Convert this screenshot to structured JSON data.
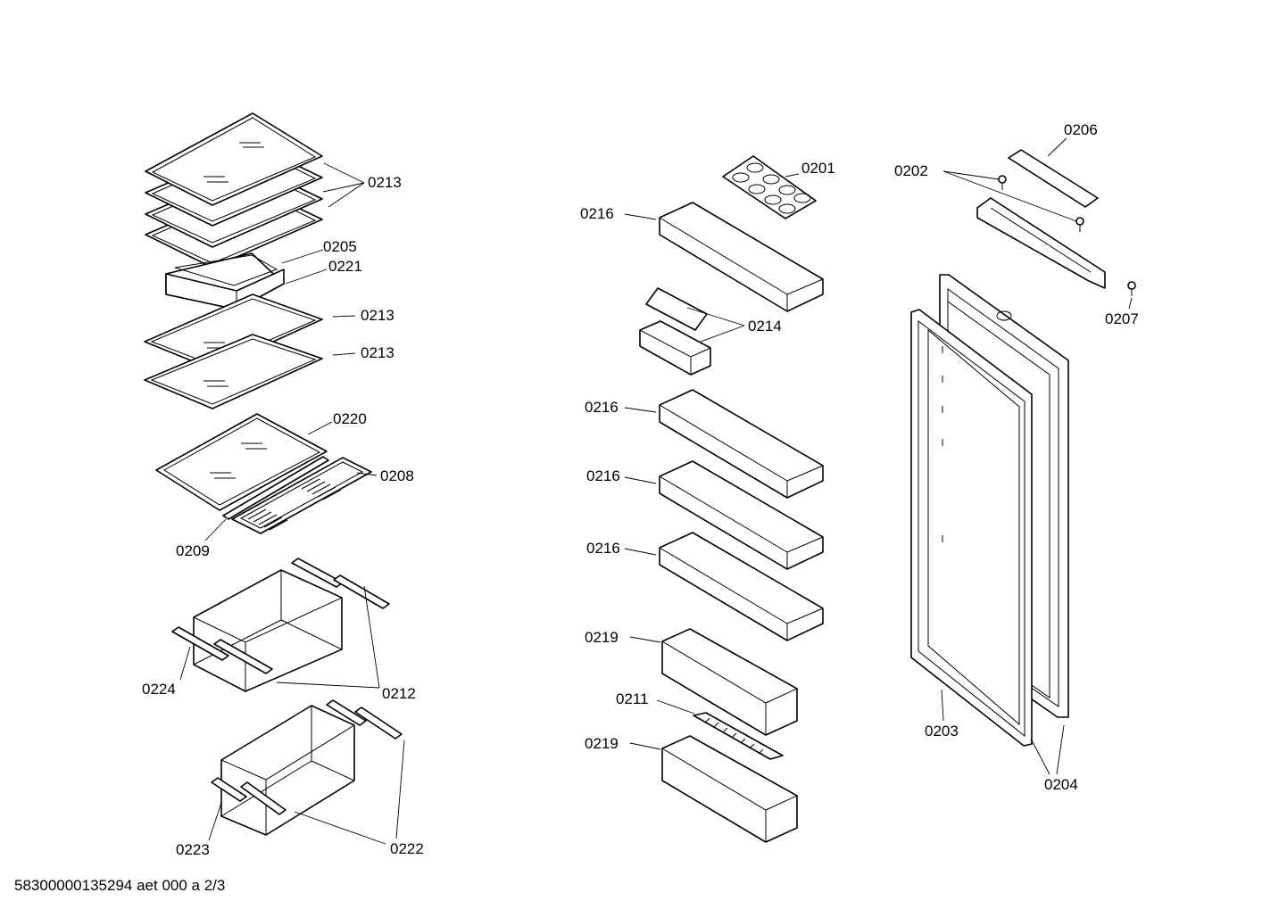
{
  "labels": {
    "l0213a": "0213",
    "l0205": "0205",
    "l0221": "0221",
    "l0213b": "0213",
    "l0213c": "0213",
    "l0220": "0220",
    "l0208": "0208",
    "l0209": "0209",
    "l0224": "0224",
    "l0212": "0212",
    "l0223": "0223",
    "l0222": "0222",
    "l0201": "0201",
    "l0216a": "0216",
    "l0214": "0214",
    "l0216b": "0216",
    "l0216c": "0216",
    "l0216d": "0216",
    "l0219a": "0219",
    "l0211": "0211",
    "l0219b": "0219",
    "l0206": "0206",
    "l0202": "0202",
    "l0207": "0207",
    "l0203": "0203",
    "l0204": "0204"
  },
  "footer": "58300000135294 aet 000 a 2/3"
}
